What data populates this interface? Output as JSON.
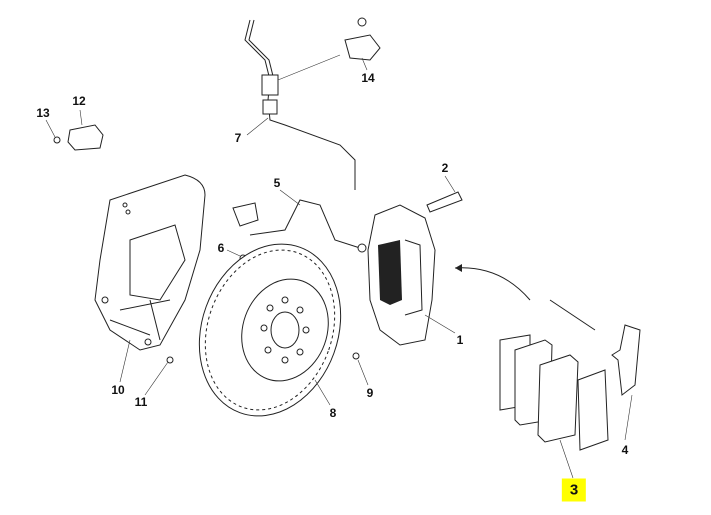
{
  "diagram": {
    "title": "Front brake assembly exploded view",
    "highlight_color": "#ffff00",
    "callouts": [
      {
        "id": "1",
        "text": "1",
        "part": "caliper"
      },
      {
        "id": "2",
        "text": "2",
        "part": "caliper-bolt"
      },
      {
        "id": "3",
        "text": "3",
        "part": "brake-pads",
        "highlighted": true
      },
      {
        "id": "4",
        "text": "4",
        "part": "pad-spring-clip"
      },
      {
        "id": "5",
        "text": "5",
        "part": "brake-hose"
      },
      {
        "id": "6",
        "text": "6",
        "part": "screw"
      },
      {
        "id": "7",
        "text": "7",
        "part": "brake-line-bracket"
      },
      {
        "id": "8",
        "text": "8",
        "part": "brake-disc"
      },
      {
        "id": "9",
        "text": "9",
        "part": "nut"
      },
      {
        "id": "10",
        "text": "10",
        "part": "splash-shield"
      },
      {
        "id": "11",
        "text": "11",
        "part": "shield-screw"
      },
      {
        "id": "12",
        "text": "12",
        "part": "wear-sensor-connector"
      },
      {
        "id": "13",
        "text": "13",
        "part": "screw-small"
      },
      {
        "id": "14",
        "text": "14",
        "part": "connector-clip"
      }
    ]
  }
}
